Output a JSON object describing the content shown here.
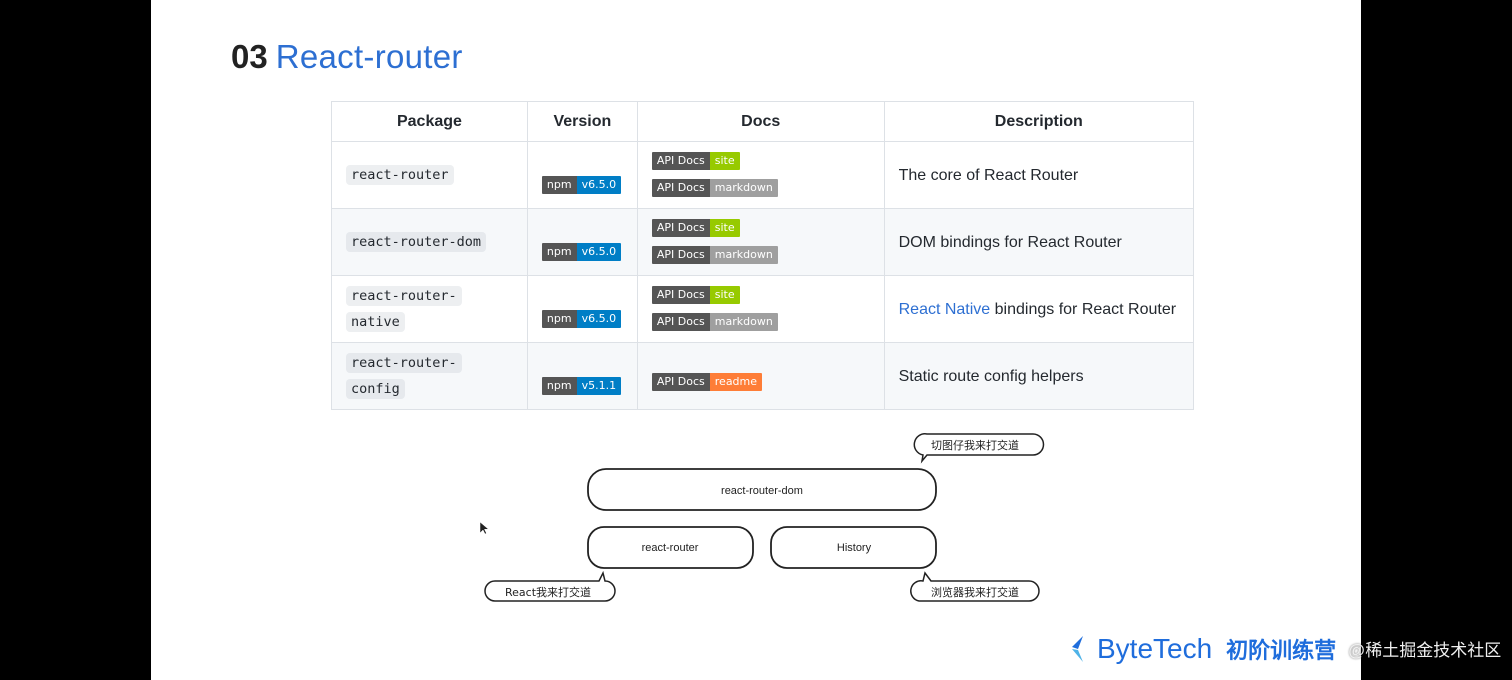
{
  "title": {
    "number": "03",
    "name": "React-router"
  },
  "table": {
    "headers": [
      "Package",
      "Version",
      "Docs",
      "Description"
    ],
    "rows": [
      {
        "package": "react-router",
        "npm_label": "npm",
        "version": "v6.5.0",
        "docs": [
          {
            "label": "API Docs",
            "value": "site",
            "color": "#97ca00"
          },
          {
            "label": "API Docs",
            "value": "markdown",
            "color": "#9f9f9f"
          }
        ],
        "description": "The core of React Router"
      },
      {
        "package": "react-router-dom",
        "npm_label": "npm",
        "version": "v6.5.0",
        "docs": [
          {
            "label": "API Docs",
            "value": "site",
            "color": "#97ca00"
          },
          {
            "label": "API Docs",
            "value": "markdown",
            "color": "#9f9f9f"
          }
        ],
        "description": "DOM bindings for React Router"
      },
      {
        "package_line1": "react-router-",
        "package_line2": "native",
        "npm_label": "npm",
        "version": "v6.5.0",
        "docs": [
          {
            "label": "API Docs",
            "value": "site",
            "color": "#97ca00"
          },
          {
            "label": "API Docs",
            "value": "markdown",
            "color": "#9f9f9f"
          }
        ],
        "description_link": "React Native",
        "description_rest": " bindings for React Router"
      },
      {
        "package_line1": "react-router-",
        "package_line2": "config",
        "npm_label": "npm",
        "version": "v5.1.1",
        "docs": [
          {
            "label": "API Docs",
            "value": "readme",
            "color": "#fe7d37"
          }
        ],
        "description": "Static route config helpers"
      }
    ]
  },
  "diagram": {
    "top_box": "react-router-dom",
    "left_box": "react-router",
    "right_box": "History",
    "bubble_top": "切图仔我来打交道",
    "bubble_left": "React我来打交道",
    "bubble_right": "浏览器我来打交道"
  },
  "brand": {
    "name": "ByteTech",
    "cn": "初阶训练营",
    "color": "#1f6ddc"
  },
  "watermark": "@稀土掘金技术社区"
}
